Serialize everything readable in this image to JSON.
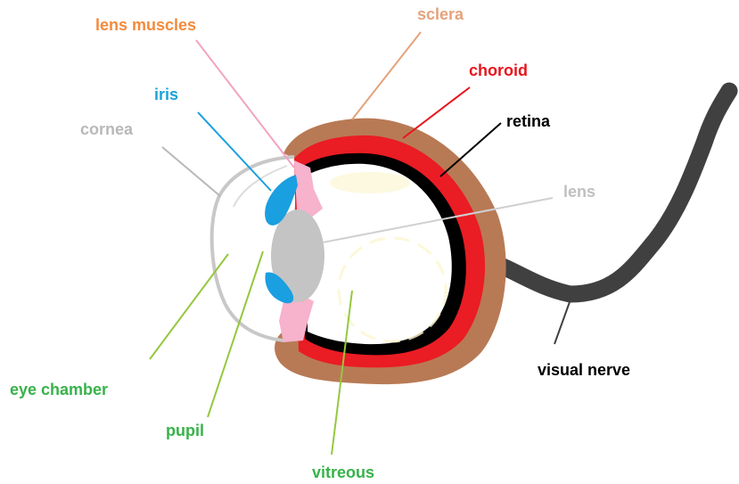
{
  "labels": {
    "lens_muscles": "lens muscles",
    "sclera": "sclera",
    "choroid": "choroid",
    "iris": "iris",
    "retina": "retina",
    "cornea": "cornea",
    "lens": "lens",
    "eye_chamber": "eye chamber",
    "pupil": "pupil",
    "vitreous": "vitreous",
    "visual_nerve": "visual nerve"
  },
  "colors": {
    "lens_muscles": "#f58a3c",
    "sclera": "#e5a27a",
    "choroid": "#e8141c",
    "iris": "#1aa3d8",
    "retina": "#000000",
    "cornea": "#b8b8b8",
    "lens": "#c8c8c8",
    "eye_chamber": "#38b24a",
    "pupil": "#38b24a",
    "vitreous": "#38b24a",
    "visual_nerve": "#000000",
    "sclera_fill": "#b87a55",
    "choroid_fill": "#ea1c24",
    "iris_fill": "#1a9fe0",
    "muscle_fill": "#f7b2cc",
    "lens_fill": "#c4c4c4",
    "nerve_fill": "#404040"
  }
}
